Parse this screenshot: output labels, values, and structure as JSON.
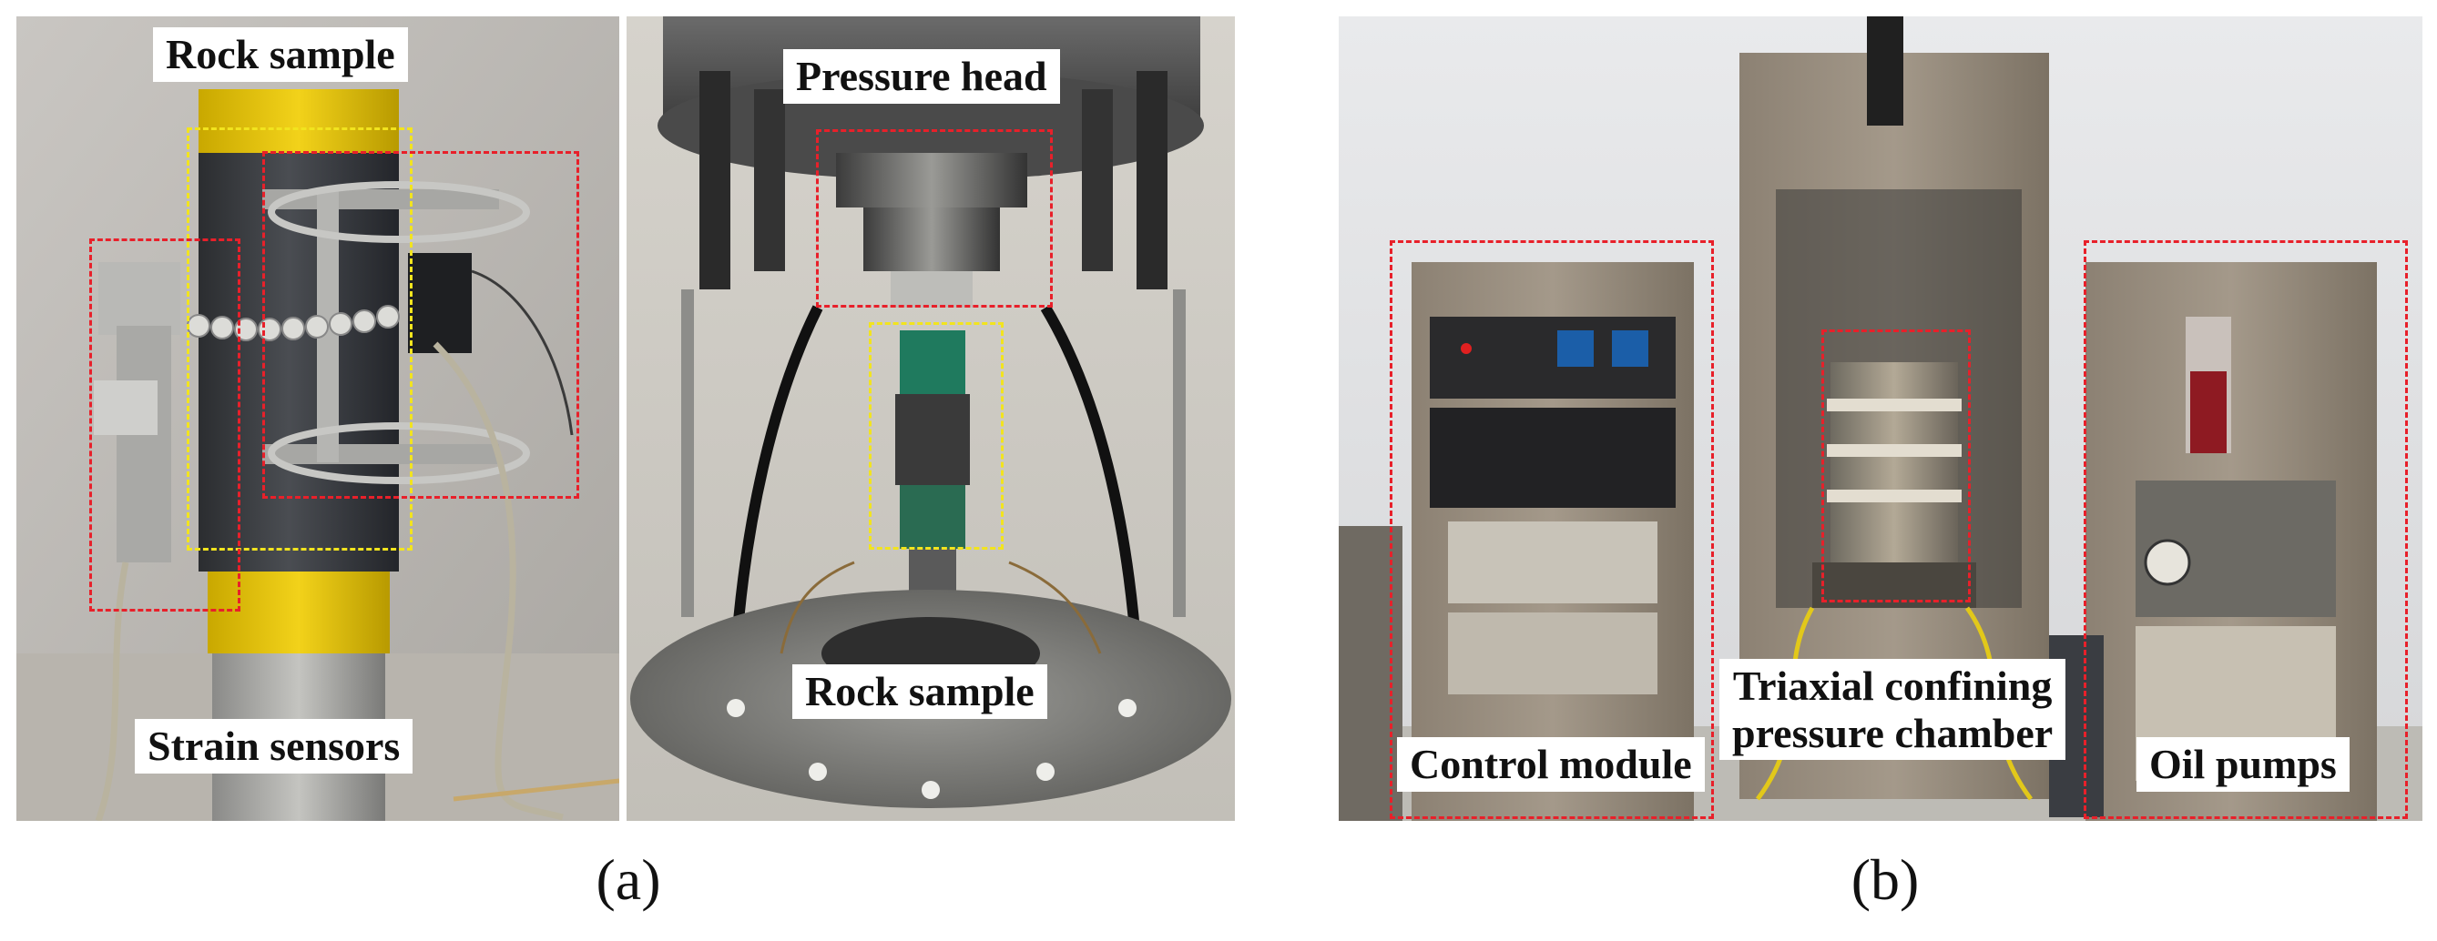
{
  "panel_a": {
    "labels": {
      "rock_sample_top": "Rock sample",
      "strain_sensors": "Strain sensors",
      "pressure_head": "Pressure head",
      "rock_sample_bottom": "Rock sample"
    },
    "caption": "(a)"
  },
  "panel_b": {
    "labels": {
      "control_module": "Control module",
      "chamber_line1": "Triaxial confining",
      "chamber_line2": "pressure chamber",
      "oil_pumps": "Oil pumps"
    },
    "caption": "(b)"
  },
  "colors": {
    "highlight_box": "#e8202a",
    "sample_box": "#f2e41e",
    "label_background": "#ffffff"
  }
}
